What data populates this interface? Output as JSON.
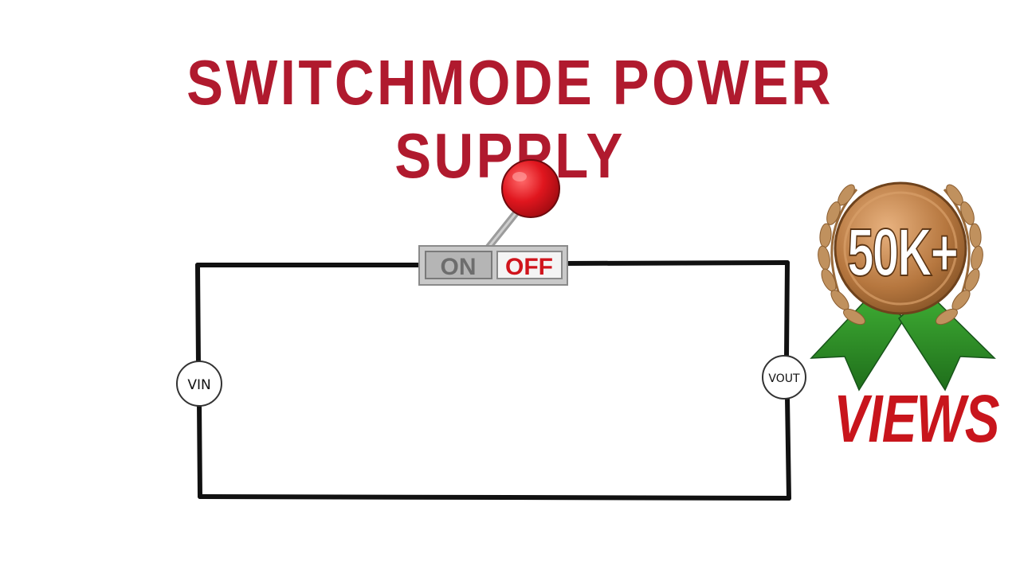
{
  "title": "SWITCHMODE POWER SUPPLY",
  "switch": {
    "on_label": "ON",
    "off_label": "OFF"
  },
  "circuit": {
    "input_label": "VIN",
    "output_label": "VOUT"
  },
  "badge": {
    "count": "50K+",
    "caption": "VIEWS"
  },
  "colors": {
    "title": "#b01a2e",
    "wire": "#111111",
    "knob": "#d8151c",
    "ribbon": "#2c8a25",
    "medal": "#b67c45",
    "laurel": "#b98a57",
    "views": "#c8151c"
  }
}
